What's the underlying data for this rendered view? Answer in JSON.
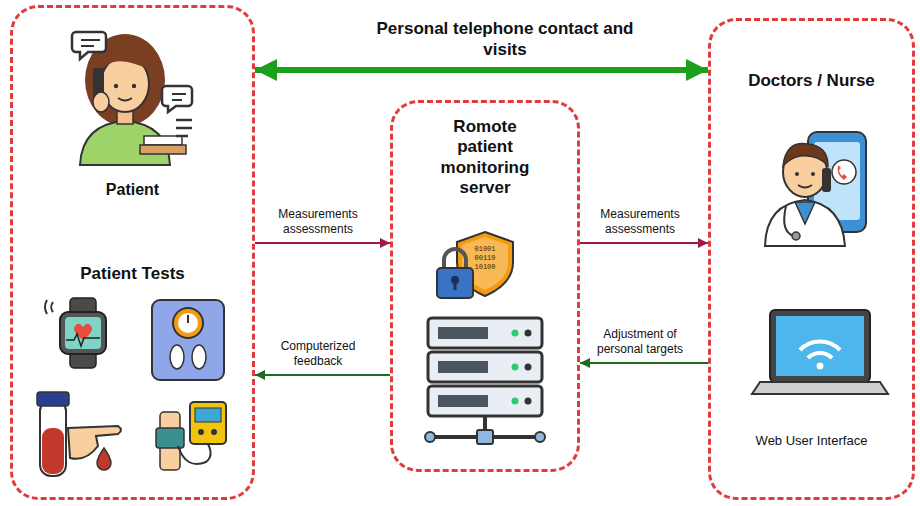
{
  "diagram": {
    "nodes": [
      {
        "text": [
          "Patient",
          "Patient Tests"
        ]
      },
      {
        "text": [
          "Romote patient monitoring server"
        ]
      },
      {
        "text": [
          "Doctors / Nurse",
          "Web User Interface"
        ]
      }
    ],
    "edges": [
      {
        "from": 0,
        "to": 2,
        "label": "Personal telephone contact and visits",
        "arrow": "both"
      },
      {
        "from": 0,
        "to": 1,
        "label": "Measurements assessments",
        "arrow": "to"
      },
      {
        "from": 1,
        "to": 0,
        "label": "Computerized feedback",
        "arrow": "to"
      },
      {
        "from": 1,
        "to": 2,
        "label": "Measurements assessments",
        "arrow": "to"
      },
      {
        "from": 2,
        "to": 1,
        "label": "Adjustment of personal targets",
        "arrow": "to"
      }
    ],
    "labels": [
      "01001",
      "00110",
      "10100"
    ]
  }
}
